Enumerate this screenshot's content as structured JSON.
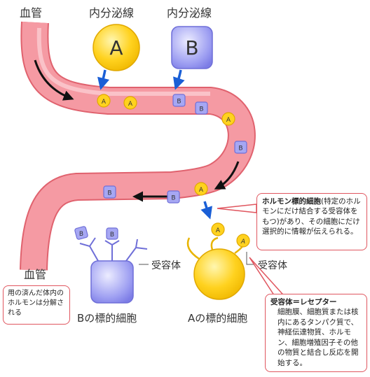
{
  "labels": {
    "blood_vessel_top": "血管",
    "blood_vessel_bottom": "血管",
    "gland_a": "内分泌線",
    "gland_b": "内分泌線",
    "receptor_b": "受容体",
    "receptor_a": "受容体",
    "target_b": "Bの標的細胞",
    "target_a": "Aの標的細胞"
  },
  "hormones": {
    "a": "A",
    "b": "B"
  },
  "notes": {
    "degradation": "用の済んだ体内のホルモンは分解される",
    "target_cell_title": "ホルモン標的細胞",
    "target_cell_body": "(特定のホルモンにだけ結合する受容体をもつ)があり、その細胞にだけ選択的に情報が伝えられる。",
    "receptor_title": "受容体＝レセプター",
    "receptor_body": "細胞膜、細胞質または核内にあるタンパク質で、神経伝達物質、ホルモン、細胞増殖因子その他の物質と結合し反応を開始する。"
  },
  "colors": {
    "vessel": "#f59aa3",
    "vessel_edge": "#e0626e",
    "hormone_a": "#ffd21f",
    "hormone_b": "#9b9bf0",
    "arrow_blue": "#1a5fd6",
    "note_border": "#e0565f"
  }
}
